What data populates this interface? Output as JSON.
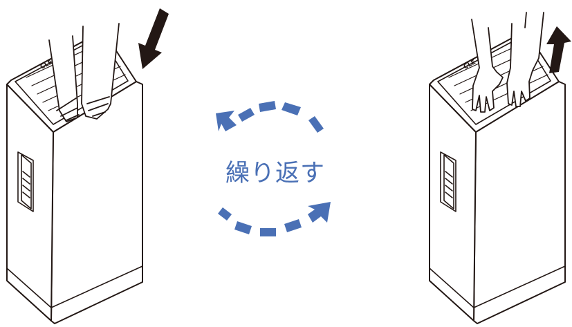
{
  "caption": {
    "repeat_text": "繰り返す"
  },
  "dryer_left": {
    "logo_text": "CLE"
  },
  "dryer_right": {
    "logo_text": "CLE"
  },
  "colors": {
    "arrow_blue": "#4a70b5",
    "line": "#231815",
    "direction_arrow": "#231815",
    "dryer_fill": "#ffffff",
    "vent_fill": "#ffffff"
  },
  "icons": {
    "down_arrow": "insert-hands-down-arrow",
    "up_arrow": "pull-hands-up-arrow",
    "cycle": "repeat-cycle-arrows"
  }
}
